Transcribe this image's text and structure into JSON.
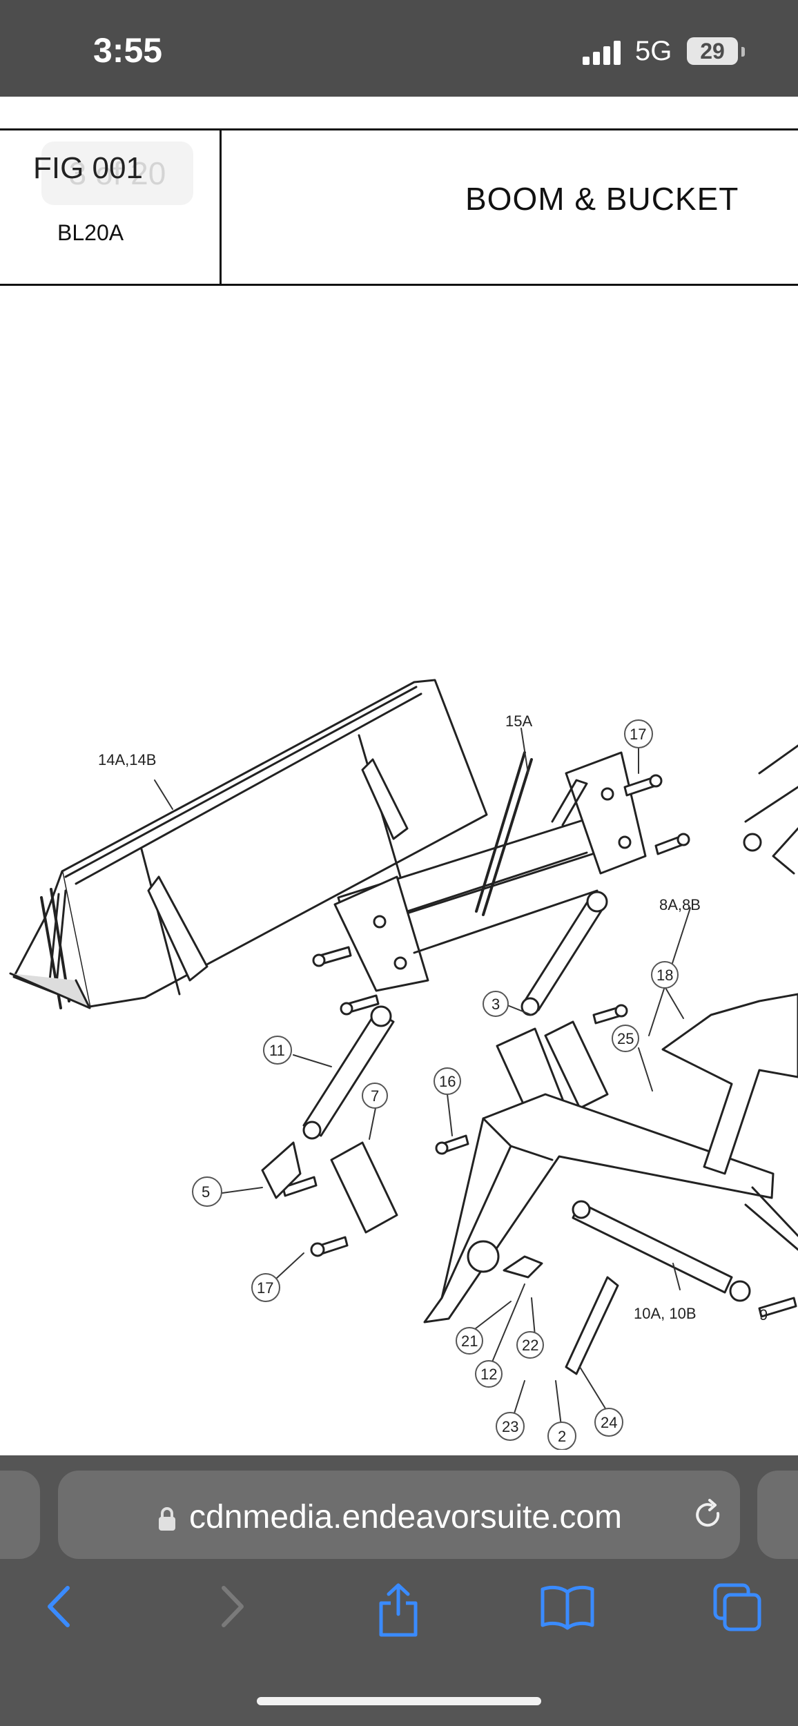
{
  "status_bar": {
    "time": "3:55",
    "network": "5G",
    "battery": "29"
  },
  "document": {
    "figure_number": "FIG 001",
    "page_indicator": "3 of 20",
    "model": "BL20A",
    "title": "BOOM & BUCKET",
    "callouts": [
      "14A,14B",
      "15A",
      "17",
      "8A,8B",
      "18",
      "3",
      "25",
      "11",
      "16",
      "7",
      "5",
      "17",
      "10A, 10B",
      "21",
      "22",
      "12",
      "23",
      "2",
      "24",
      "9"
    ]
  },
  "browser": {
    "url": "cdnmedia.endeavorsuite.com",
    "icons": [
      "lock-icon",
      "reload-icon",
      "back-icon",
      "forward-icon",
      "share-icon",
      "bookmarks-icon",
      "tabs-icon"
    ]
  }
}
